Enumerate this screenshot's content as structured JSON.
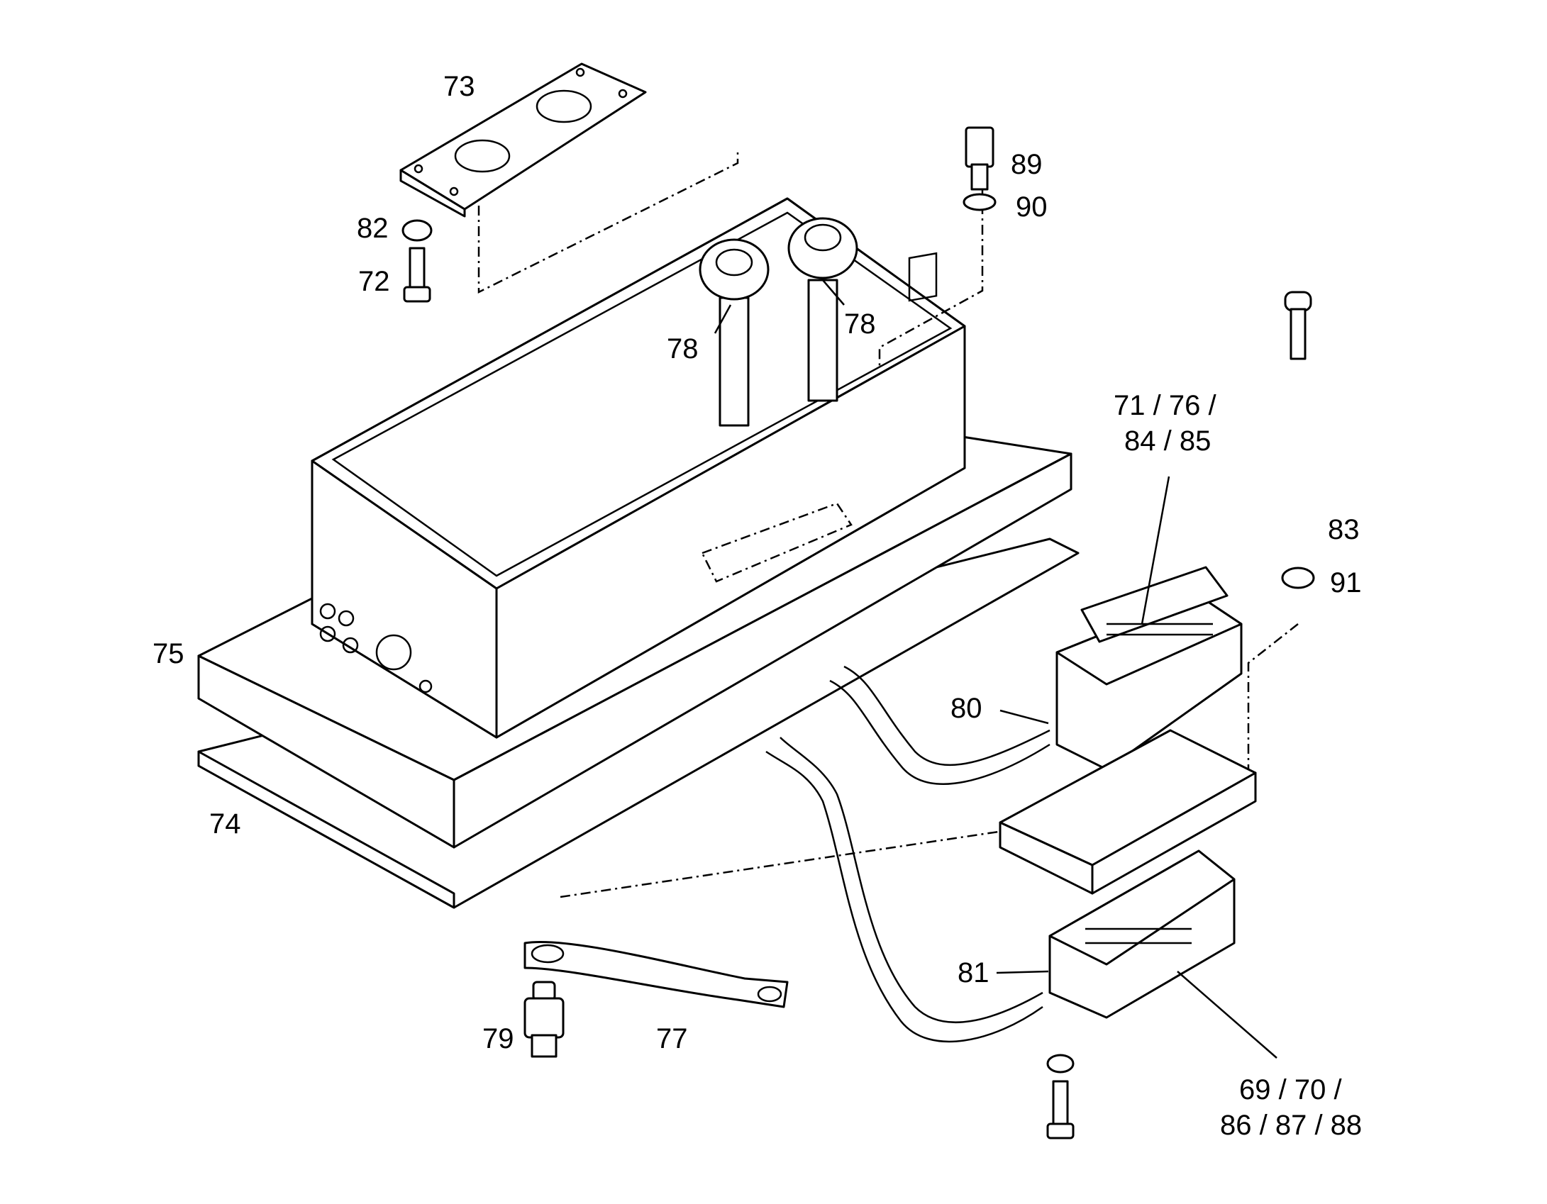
{
  "diagram": {
    "callouts": {
      "c73": "73",
      "c82": "82",
      "c72": "72",
      "c78a": "78",
      "c78b": "78",
      "c89": "89",
      "c90": "90",
      "c71": "71 / 76 /",
      "c71b": "84 / 85",
      "c83": "83",
      "c91": "91",
      "c75": "75",
      "c80": "80",
      "c74": "74",
      "c81": "81",
      "c79": "79",
      "c77": "77",
      "c69": "69 / 70 /",
      "c69b": "86 / 87 / 88"
    }
  }
}
